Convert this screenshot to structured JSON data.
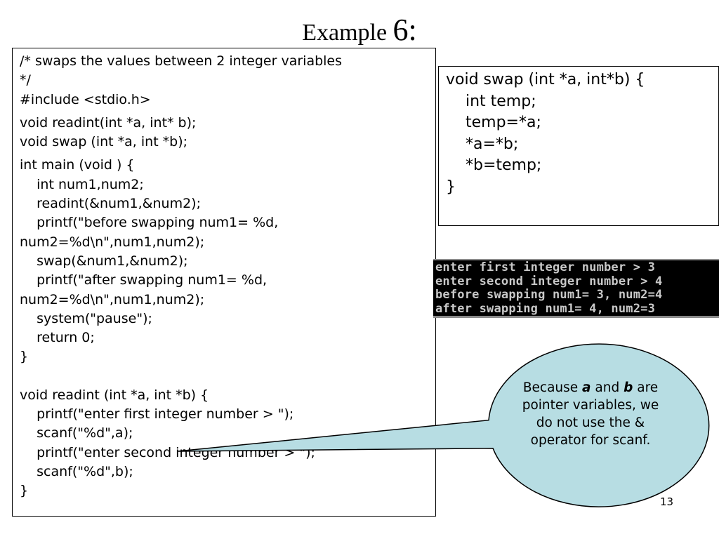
{
  "title": {
    "word": "Example",
    "number": "6:"
  },
  "code_left": {
    "block1": [
      "/* swaps the values between 2 integer variables",
      "*/",
      "#include <stdio.h>"
    ],
    "block2": [
      "void readint(int *a, int* b);",
      "void swap (int *a, int *b);"
    ],
    "block3": [
      "int main (void ) {",
      "    int num1,num2;",
      "    readint(&num1,&num2);",
      "    printf(\"before swapping num1= %d,",
      "num2=%d\\n\",num1,num2);",
      "    swap(&num1,&num2);",
      "    printf(\"after swapping num1= %d,",
      "num2=%d\\n\",num1,num2);",
      "    system(\"pause\");",
      "    return 0;",
      "}"
    ],
    "block4": [
      "void readint (int *a, int *b) {",
      "    printf(\"enter first integer number > \");",
      "    scanf(\"%d\",a);",
      "    printf(\"enter second integer number > \");",
      "    scanf(\"%d\",b);",
      "}"
    ]
  },
  "code_swap": [
    "void swap (int *a, int*b) {",
    "    int temp;",
    "    temp=*a;",
    "    *a=*b;",
    "    *b=temp;",
    "}"
  ],
  "console": [
    "enter first integer number > 3",
    "enter second integer number > 4",
    "before swapping num1= 3, num2=4",
    "after swapping num1= 4, num2=3"
  ],
  "callout": {
    "before_a": "Because ",
    "a": "a",
    "between": " and ",
    "b": "b",
    "rest": " are pointer variables, we do not use the & operator for scanf.",
    "fill": "#b7dde3",
    "stroke": "#000000"
  },
  "page_number": "13"
}
